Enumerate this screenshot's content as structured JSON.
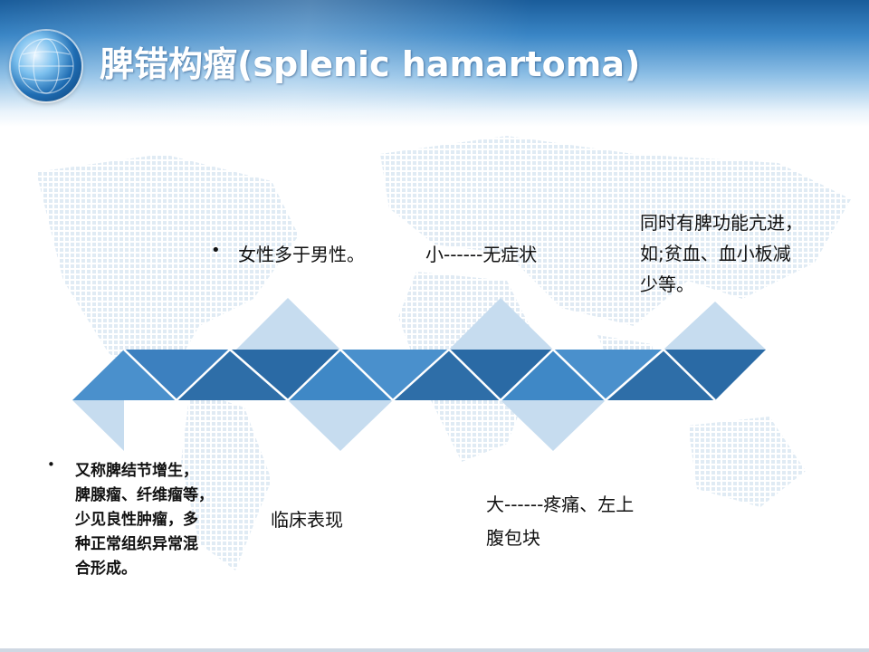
{
  "slide": {
    "title": "脾错构瘤(splenic hamartoma)",
    "definition": {
      "lines": [
        "又称脾结节增生，",
        "脾腺瘤、纤维瘤等，",
        "少见良性肿瘤，多",
        "种正常组织异常混",
        "合形成。"
      ]
    },
    "gender_note": "女性多于男性。",
    "small_label": "小------无症状",
    "clinical_label": "临床表现",
    "large_label": {
      "lines": [
        "大------疼痛、左上",
        "腹包块"
      ]
    },
    "hypersplenism_note": {
      "lines": [
        "同时有脾功能亢进，",
        "如;贫血、血小板减",
        "少等。"
      ]
    }
  },
  "icons": {
    "logo": "globe-logo-icon",
    "bullet": "bullet-dot-icon"
  },
  "colors": {
    "header_blue": "#1a5c9a",
    "tri_dark": "#2e6ea8",
    "tri_mid": "#4a90cc",
    "tri_light": "#c6dcef",
    "map_dots": "#dbe7f2"
  }
}
